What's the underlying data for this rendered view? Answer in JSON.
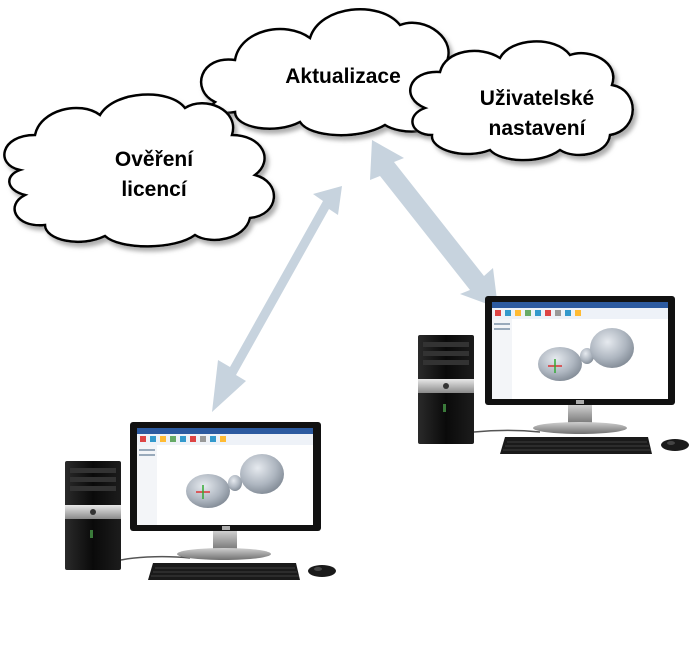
{
  "clouds": {
    "aktualizace": "Aktualizace",
    "overeni_line1": "Ověření",
    "overeni_line2": "licencí",
    "uzivatelske_line1": "Uživatelské",
    "uzivatelske_line2": "nastavení"
  },
  "colors": {
    "arrow": "#c7d3de",
    "cloud_fill": "#ffffff",
    "cloud_stroke": "#000000",
    "cloud_shadow": "#a0a0a0",
    "monitor_frame": "#111111",
    "cad_model": "#b7bec7"
  },
  "icons": [
    "cloud-icon",
    "desktop-computer-icon",
    "monitor-icon",
    "keyboard-icon",
    "mouse-icon"
  ]
}
